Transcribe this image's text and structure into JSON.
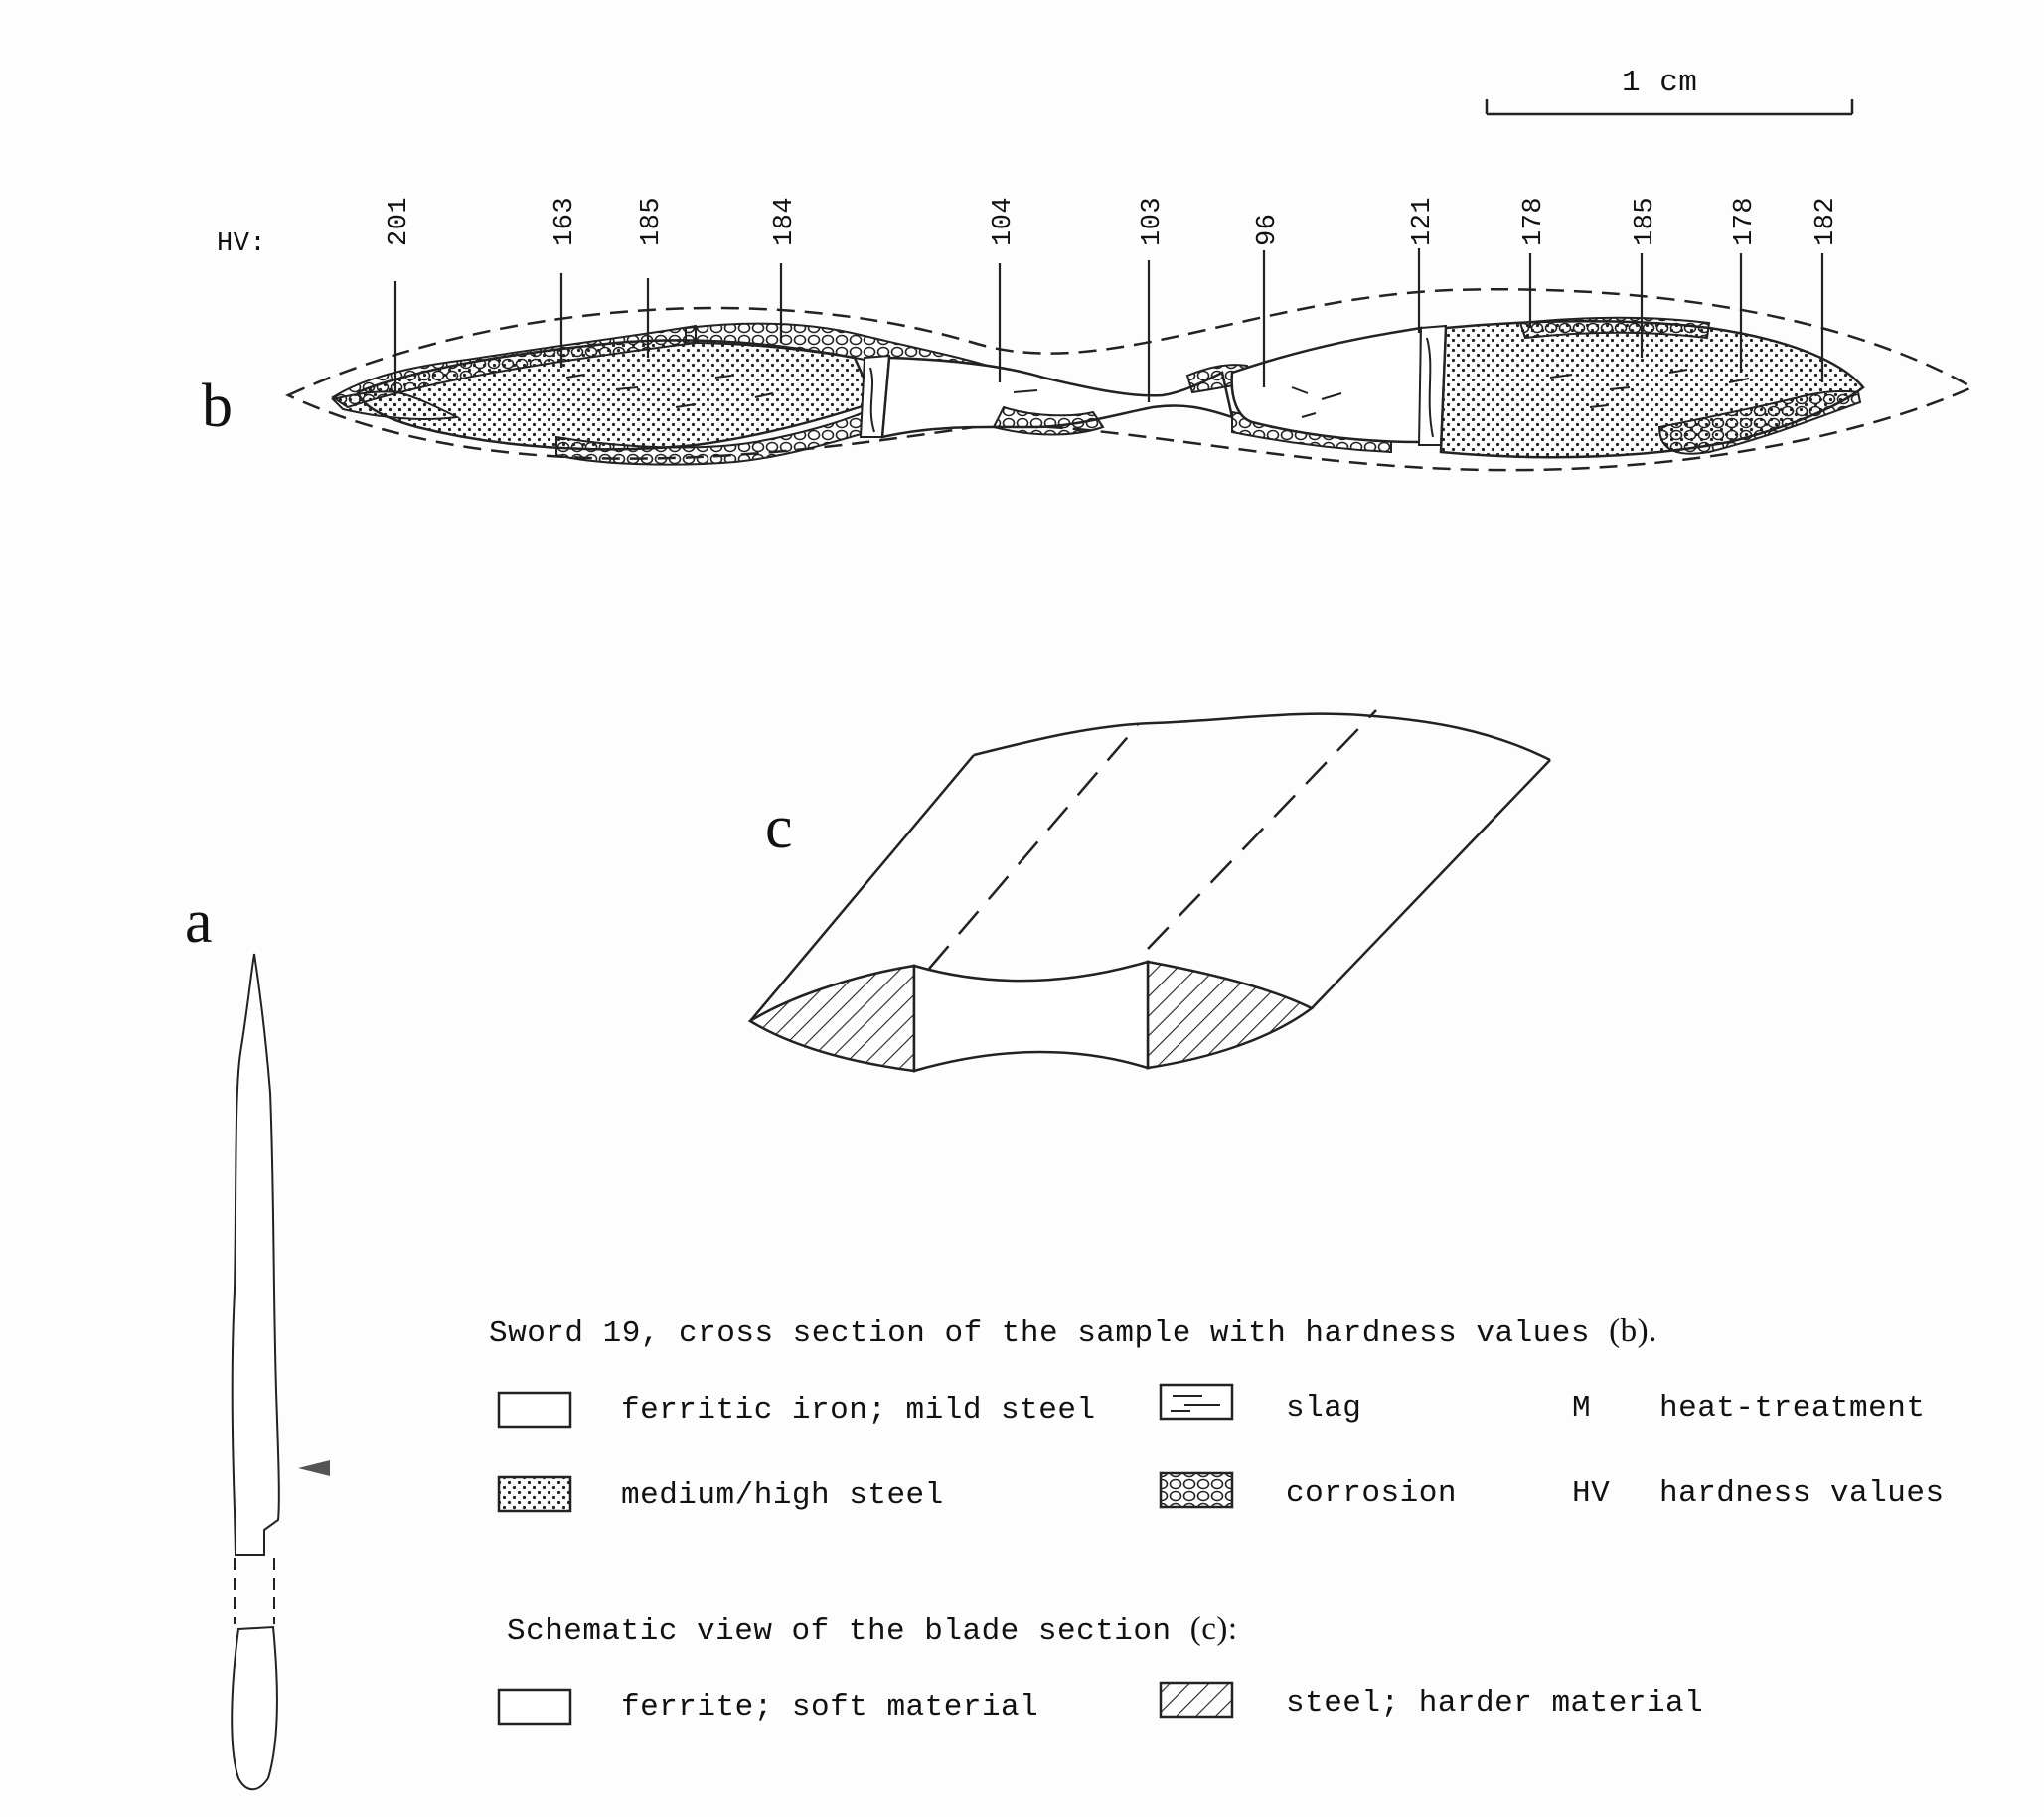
{
  "figure": {
    "hv_prefix": "HV:",
    "hardness_values": [
      "201",
      "163",
      "185",
      "184",
      "104",
      "103",
      "96",
      "121",
      "178",
      "185",
      "178",
      "182"
    ],
    "scale_bar_label": "1 cm",
    "panel_labels": {
      "a": "a",
      "b": "b",
      "c": "c"
    }
  },
  "legend": {
    "caption_b_text": "Sword  19, cross section of the sample with hardness values ",
    "caption_b_ref": "(b).",
    "items_b": [
      {
        "symbol": "blank",
        "label": "ferritic iron; mild steel"
      },
      {
        "symbol": "slag",
        "label": "slag"
      },
      {
        "symbol": "dotted",
        "label": "medium/high steel"
      },
      {
        "symbol": "corrosion",
        "label": "corrosion"
      }
    ],
    "abbreviations": [
      {
        "abbr": "M",
        "label": "heat-treatment"
      },
      {
        "abbr": "HV",
        "label": "hardness values"
      }
    ],
    "caption_c_text": "Schematic view of the blade section ",
    "caption_c_ref": "(c):",
    "items_c": [
      {
        "symbol": "blank",
        "label": "ferrite; soft material"
      },
      {
        "symbol": "hatched",
        "label": "steel; harder material"
      }
    ]
  }
}
